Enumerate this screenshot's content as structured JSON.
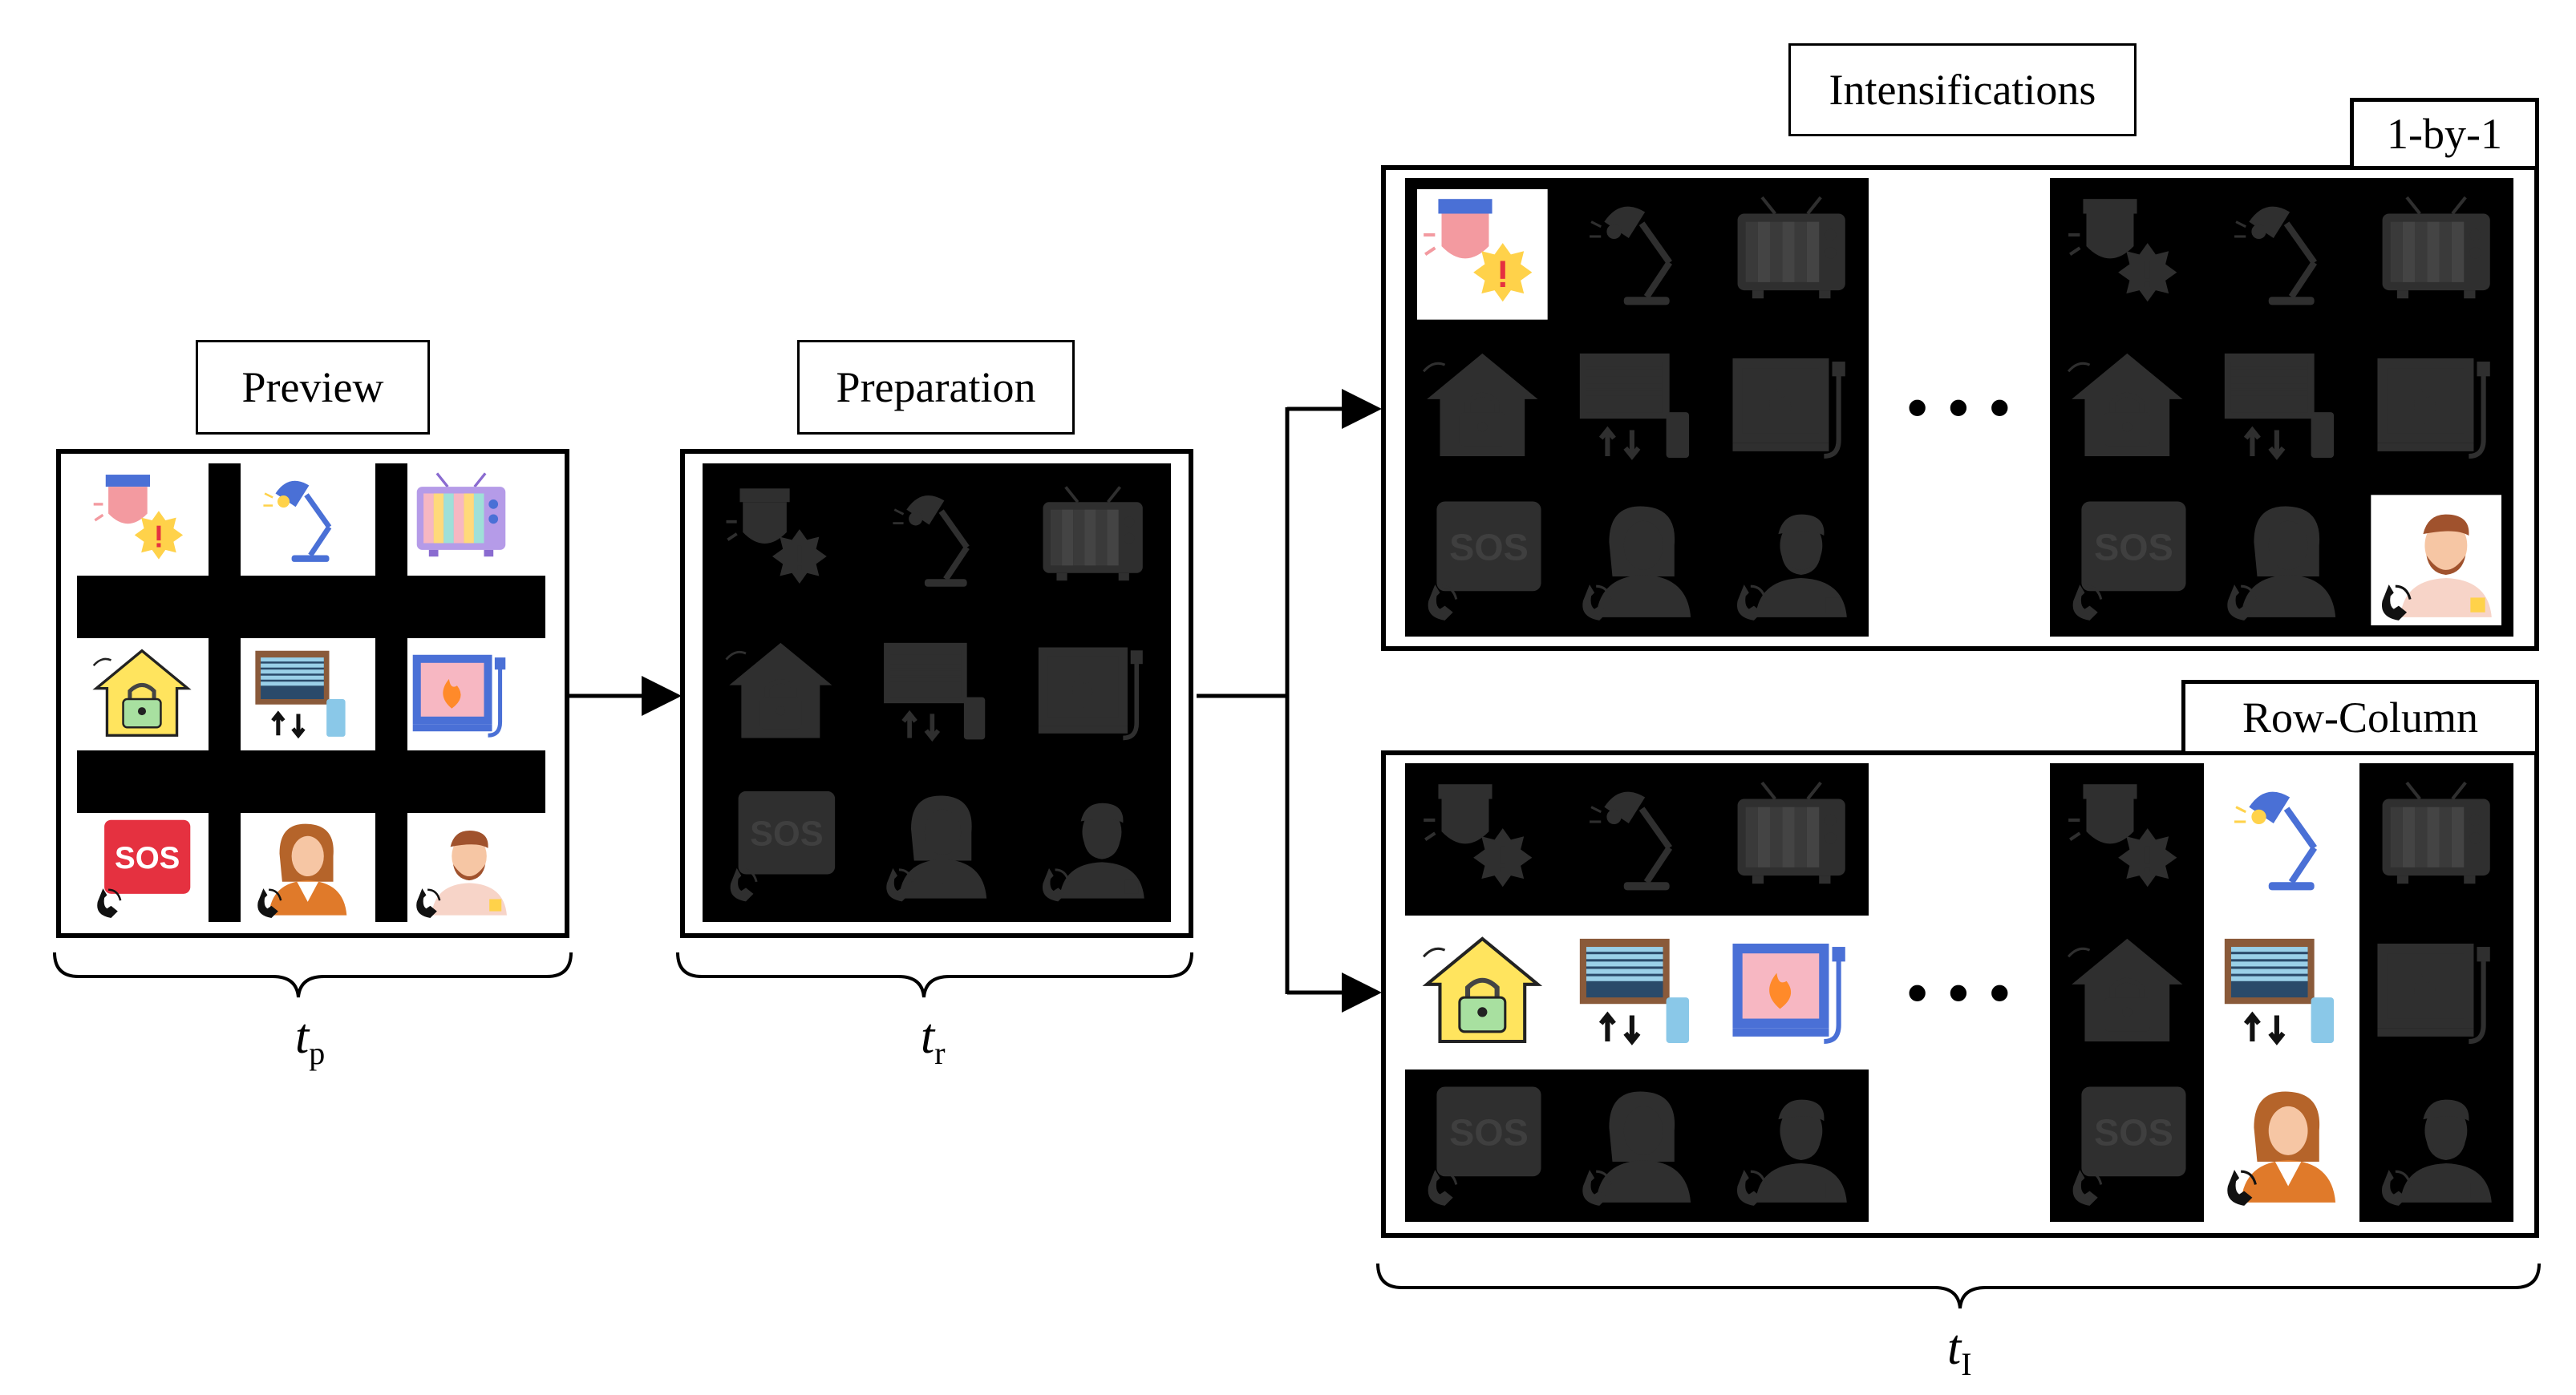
{
  "labels": {
    "preview": "Preview",
    "preparation": "Preparation",
    "intensifications": "Intensifications",
    "one_by_one": "1-by-1",
    "row_column": "Row-Column"
  },
  "time_labels": {
    "preview": {
      "base": "t",
      "sub": "p"
    },
    "preparation": {
      "base": "t",
      "sub": "r"
    },
    "intensification": {
      "base": "t",
      "sub": "I"
    }
  },
  "icons": [
    {
      "id": "alarm",
      "name": "alarm-icon"
    },
    {
      "id": "lamp",
      "name": "lamp-icon"
    },
    {
      "id": "tv",
      "name": "tv-icon"
    },
    {
      "id": "lock",
      "name": "home-lock-icon"
    },
    {
      "id": "shutter",
      "name": "window-shutter-icon"
    },
    {
      "id": "heater",
      "name": "heater-icon"
    },
    {
      "id": "sos",
      "name": "sos-call-icon",
      "text": "SOS"
    },
    {
      "id": "woman",
      "name": "call-woman-icon"
    },
    {
      "id": "man",
      "name": "call-man-icon"
    }
  ],
  "ellipsis": "•••",
  "colors": {
    "dark_cell": "#000000",
    "dim_icon": "#2e2e2e",
    "accent_red": "#e53140",
    "accent_blue": "#4a70d6"
  }
}
